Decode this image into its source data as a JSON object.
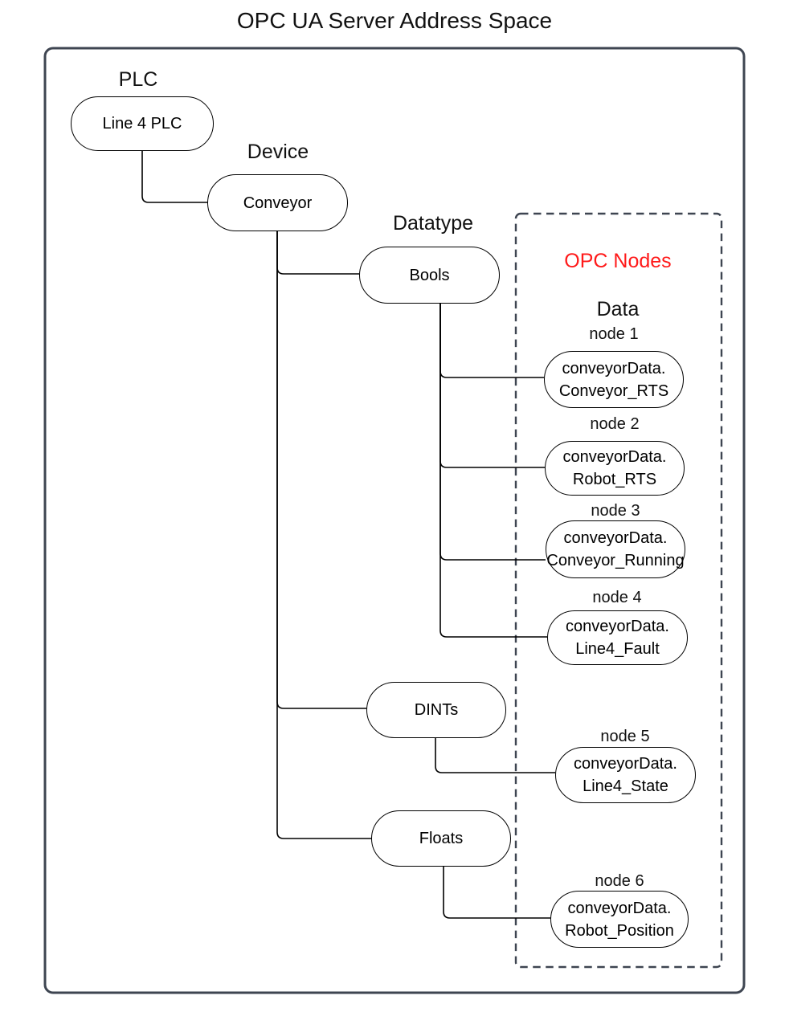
{
  "title": "OPC UA Server Address Space",
  "colors": {
    "frame": "#3e4551",
    "node_stroke": "#000000",
    "opc_nodes_heading_red": "#ff1a1a",
    "background": "#ffffff",
    "text": "#111111"
  },
  "hierarchy": {
    "plc": {
      "label": "PLC",
      "node": "Line 4 PLC"
    },
    "device": {
      "label": "Device",
      "node": "Conveyor",
      "parent": "Line 4 PLC"
    },
    "datatype": {
      "label": "Datatype",
      "types": [
        {
          "name": "Bools",
          "parent": "Conveyor"
        },
        {
          "name": "DINTs",
          "parent": "Conveyor"
        },
        {
          "name": "Floats",
          "parent": "Conveyor"
        }
      ]
    }
  },
  "opc_box": {
    "heading": "OPC Nodes",
    "subheading": "Data",
    "nodes": [
      {
        "label": "node 1",
        "line1": "conveyorData.",
        "line2": "Conveyor_RTS",
        "connects_to": "Bools"
      },
      {
        "label": "node 2",
        "line1": "conveyorData.",
        "line2": "Robot_RTS",
        "connects_to": "Bools"
      },
      {
        "label": "node 3",
        "line1": "conveyorData.",
        "line2": "Conveyor_Running",
        "connects_to": "Bools"
      },
      {
        "label": "node 4",
        "line1": "conveyorData.",
        "line2": "Line4_Fault",
        "connects_to": "Bools"
      },
      {
        "label": "node 5",
        "line1": "conveyorData.",
        "line2": "Line4_State",
        "connects_to": "DINTs"
      },
      {
        "label": "node 6",
        "line1": "conveyorData.",
        "line2": "Robot_Position",
        "connects_to": "Floats"
      }
    ]
  }
}
